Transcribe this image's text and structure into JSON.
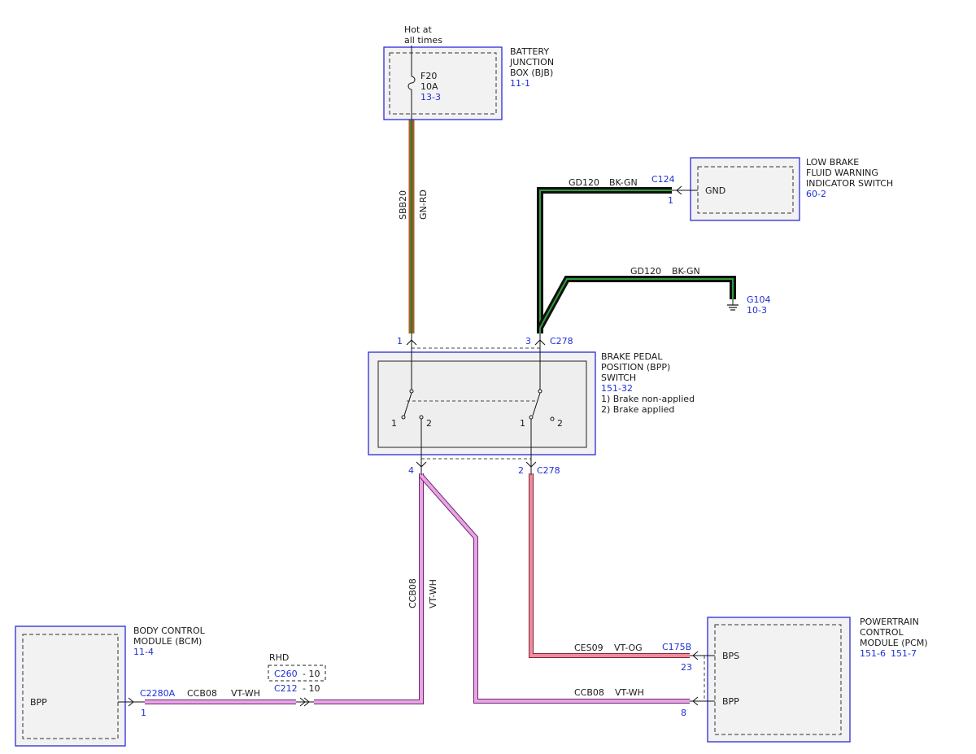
{
  "colors": {
    "module_border": "#2b2bd8",
    "reference_text": "#1f2fd6",
    "wire_gn_rd_fill": "#b45a28",
    "wire_gn_rd_stripe": "#2e7d32",
    "wire_bk_gn_fill": "#101010",
    "wire_bk_gn_stripe": "#2e9d3a",
    "wire_vt_wh": "#e9a3e6",
    "wire_vt_og": "#f08a9c"
  },
  "bjb": {
    "supply_note_line1": "Hot at",
    "supply_note_line2": "all times",
    "name_line1": "BATTERY",
    "name_line2": "JUNCTION",
    "name_line3": "BOX (BJB)",
    "ref": "11-1",
    "fuse_id": "F20",
    "fuse_rating": "10A",
    "fuse_ref": "13-3"
  },
  "wire_sbb20": {
    "circuit": "SBB20",
    "color": "GN-RD"
  },
  "low_brake_switch": {
    "name_line1": "LOW BRAKE",
    "name_line2": "FLUID WARNING",
    "name_line3": "INDICATOR SWITCH",
    "ref": "60-2",
    "pin_label": "GND",
    "connector": "C124",
    "pin": "1"
  },
  "wire_gd120_top": {
    "circuit": "GD120",
    "color": "BK-GN"
  },
  "wire_gd120_ground": {
    "circuit": "GD120",
    "color": "BK-GN"
  },
  "ground": {
    "id": "G104",
    "ref": "10-3"
  },
  "bpp_switch": {
    "name_line1": "BRAKE PEDAL",
    "name_line2": "POSITION (BPP)",
    "name_line3": "SWITCH",
    "ref": "151-32",
    "note1": "1) Brake non-applied",
    "note2": "2) Brake applied",
    "pin_top_left": "1",
    "pin_top_right": "3",
    "connector_top": "C278",
    "pin_bottom_left": "4",
    "pin_bottom_right": "2",
    "connector_bottom": "C278",
    "left_contact_1": "1",
    "left_contact_2": "2",
    "right_contact_1": "1",
    "right_contact_2": "2"
  },
  "wire_ccb08_vertical": {
    "circuit": "CCB08",
    "color": "VT-WH"
  },
  "bcm": {
    "name_line1": "BODY CONTROL",
    "name_line2": "MODULE (BCM)",
    "ref": "11-4",
    "pin_label": "BPP",
    "connector": "C2280A",
    "pin": "1"
  },
  "wire_ccb08_bcm": {
    "circuit": "CCB08",
    "color": "VT-WH"
  },
  "inline_connector": {
    "option": "RHD",
    "c260": "C260",
    "c260_pin": "- 10",
    "c212": "C212",
    "c212_pin": "- 10"
  },
  "pcm": {
    "name_line1": "POWERTRAIN",
    "name_line2": "CONTROL",
    "name_line3": "MODULE (PCM)",
    "ref1": "151-6",
    "ref2": "151-7",
    "pin_bps": "BPS",
    "pin_bpp": "BPP",
    "connector": "C175B",
    "bps_pin_num": "23",
    "bpp_pin_num": "8"
  },
  "wire_ces09": {
    "circuit": "CES09",
    "color": "VT-OG"
  },
  "wire_ccb08_pcm": {
    "circuit": "CCB08",
    "color": "VT-WH"
  }
}
